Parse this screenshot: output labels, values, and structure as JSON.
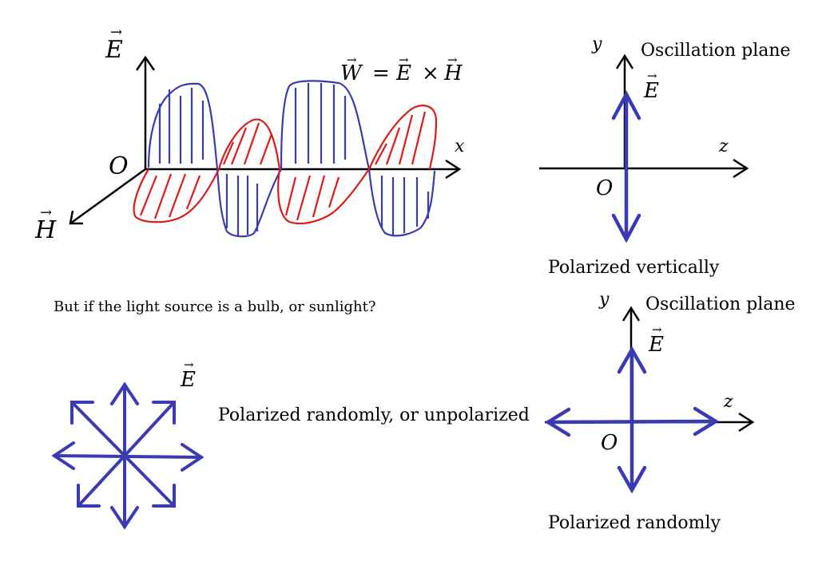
{
  "colors": {
    "e_field": "#3a3ab4",
    "h_field": "#e01818",
    "axis": "#000000"
  },
  "wave_diagram": {
    "e_axis_label": "E",
    "h_axis_label": "H",
    "origin_label": "O",
    "x_axis_label": "x",
    "poynting": {
      "lhs": "W",
      "equals": "=",
      "e": "E",
      "times": "×",
      "h": "H"
    }
  },
  "vertical_panel": {
    "y_label": "y",
    "z_label": "z",
    "origin_label": "O",
    "e_label": "E",
    "plane_label": "Oscillation plane",
    "caption": "Polarized vertically"
  },
  "question_text": "But if the light source is a bulb, or sunlight?",
  "star_diagram": {
    "e_label": "E",
    "caption": "Polarized randomly, or unpolarized"
  },
  "random_panel": {
    "y_label": "y",
    "z_label": "z",
    "origin_label": "O",
    "e_label": "E",
    "plane_label": "Oscillation plane",
    "caption": "Polarized randomly"
  }
}
